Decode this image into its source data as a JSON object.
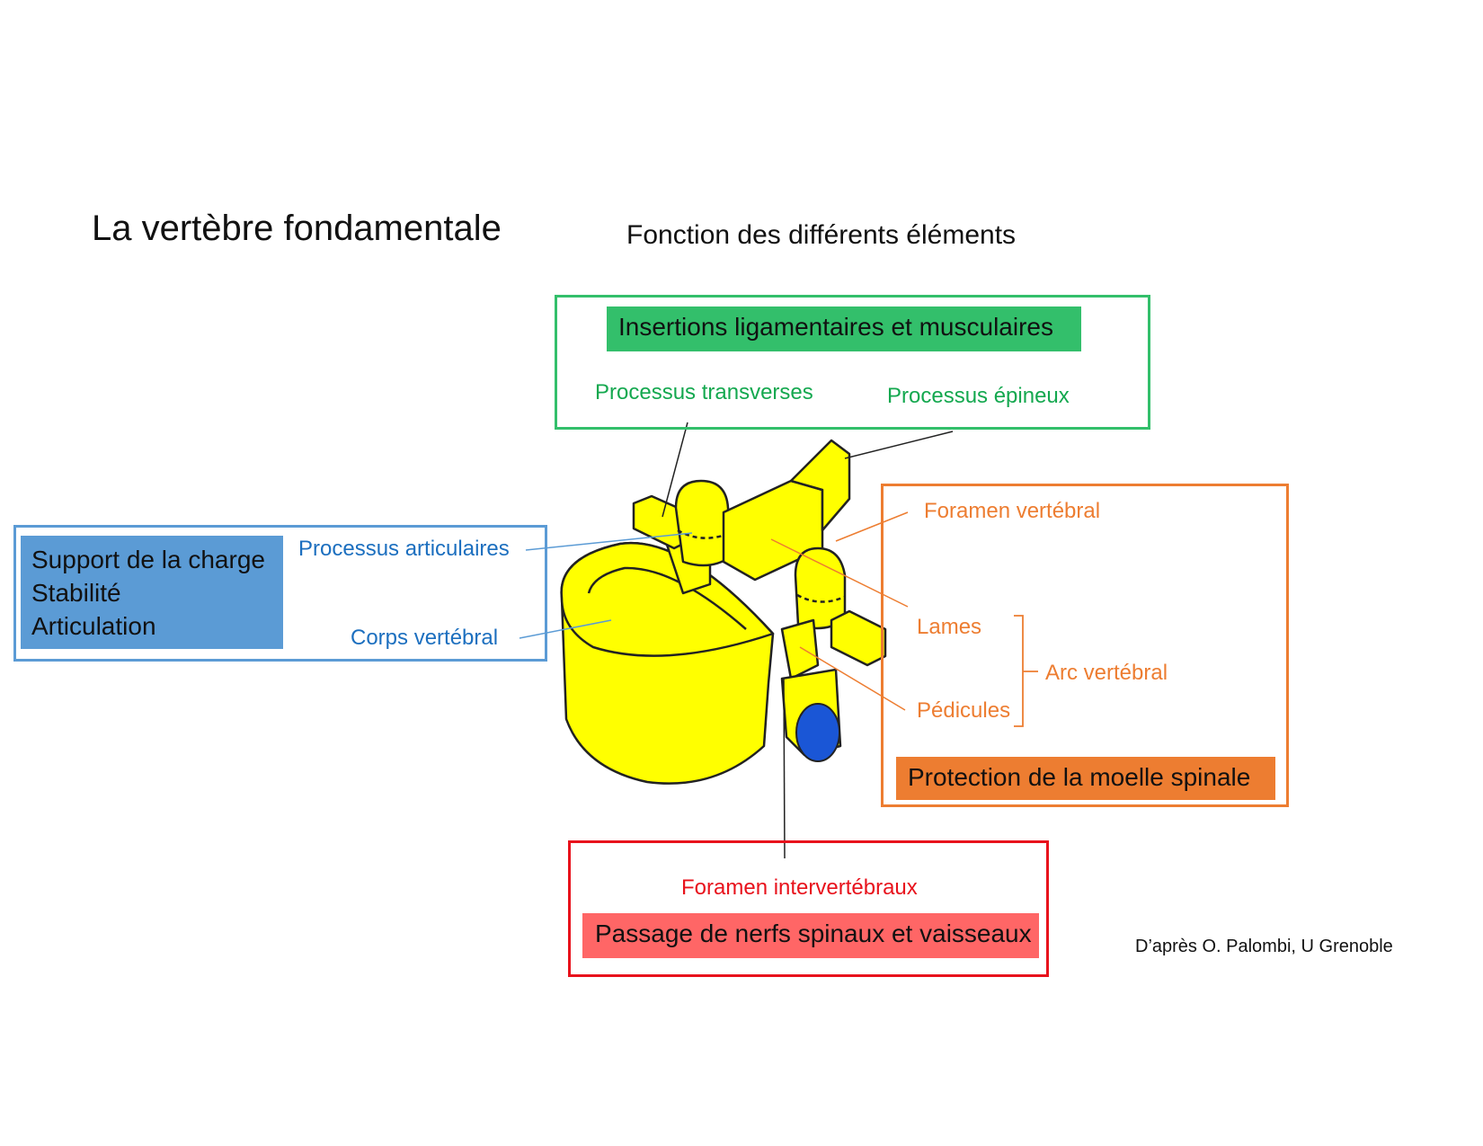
{
  "title": "La vertèbre fondamentale",
  "subtitle": "Fonction des différents éléments",
  "colors": {
    "green": "#33bf6b",
    "green_text": "#14a84f",
    "blue": "#5b9bd5",
    "blue_text": "#1c6fbf",
    "orange": "#ed7d31",
    "red": "#e8121c",
    "red_fill": "#ff6666",
    "bone": "#ffff00",
    "canal": "#1a56d6"
  },
  "green_box": {
    "function": "Insertions ligamentaires et musculaires",
    "labels": [
      "Processus transverses",
      "Processus épineux"
    ]
  },
  "blue_box": {
    "functions": [
      "Support de la charge",
      "Stabilité",
      "Articulation"
    ],
    "labels": [
      "Processus articulaires",
      "Corps vertébral"
    ]
  },
  "orange_box": {
    "labels": [
      "Foramen vertébral",
      "Lames",
      "Pédicules"
    ],
    "group_label": "Arc vertébral",
    "function": "Protection de la moelle spinale"
  },
  "red_box": {
    "label": "Foramen intervertébraux",
    "function": "Passage de nerfs spinaux et vaisseaux"
  },
  "credit": "D’après O. Palombi, U Grenoble"
}
